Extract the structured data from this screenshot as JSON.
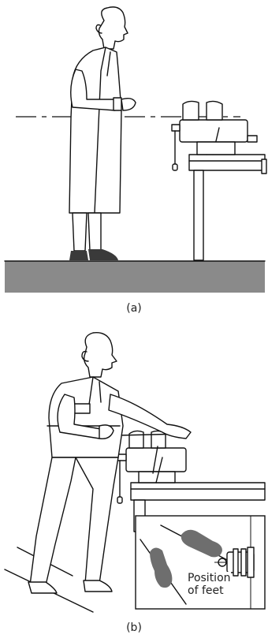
{
  "figure_a": {
    "caption": "(a)"
  },
  "figure_b": {
    "caption": "(b)"
  },
  "inset": {
    "label_line1": "Position",
    "label_line2": "of feet"
  },
  "colors": {
    "floor": "#8a8a8a",
    "shoe": "#3a3a3a",
    "footprint": "#6e6e6e",
    "line": "#111111"
  }
}
